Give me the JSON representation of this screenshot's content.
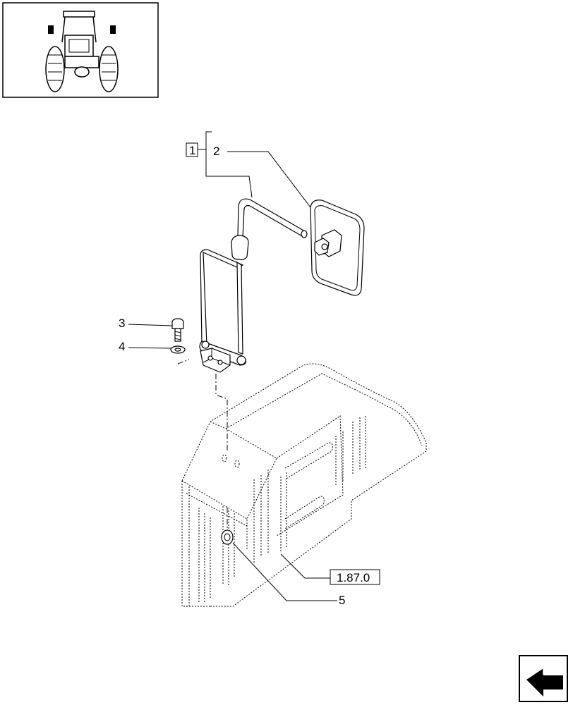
{
  "callouts": {
    "assembly": "1",
    "mirror": "2",
    "screw": "3",
    "washer": "4",
    "insert": "5",
    "reference": "1.87.0"
  },
  "thumbnail": {
    "subject": "tractor-front-view"
  },
  "nav": {
    "icon": "arrow-back-icon"
  }
}
